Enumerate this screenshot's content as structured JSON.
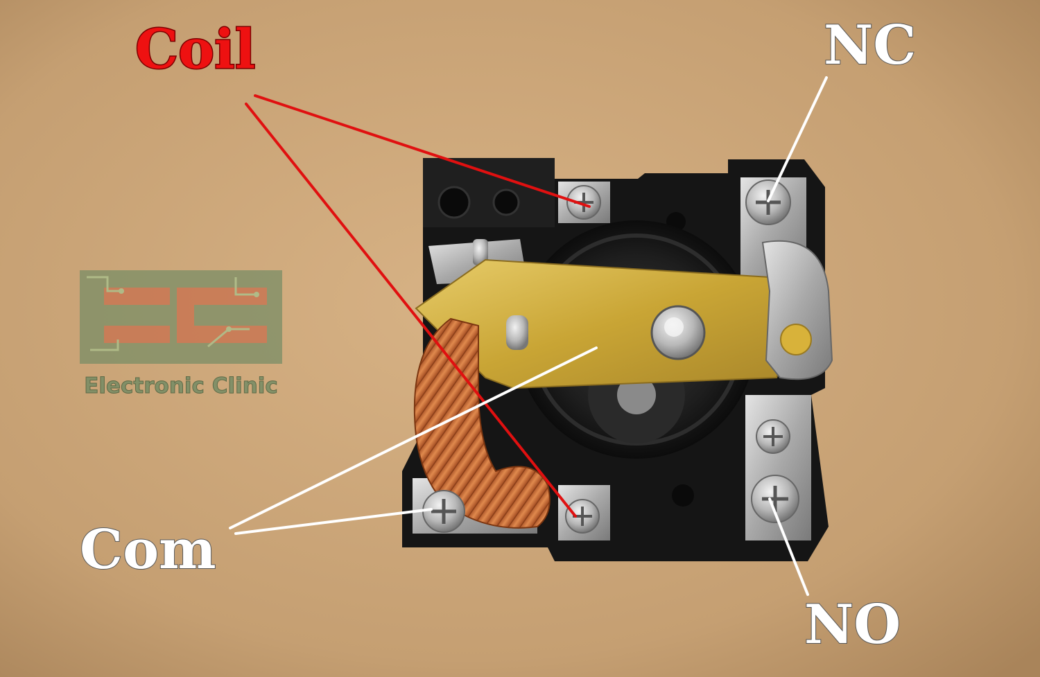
{
  "image_title": "",
  "labels": {
    "coil": "Coil",
    "nc": "NC",
    "no": "NO",
    "com": "Com"
  },
  "watermark": {
    "text": "Electronic Clinic",
    "logo_letters": "EC"
  },
  "colors": {
    "background": "#c9a376",
    "coil_label": "#ee1111",
    "coil_line": "#e01010",
    "white_label": "#ffffff",
    "relay_body": "#141414",
    "brass_arm": "#c9a535",
    "copper_braid": "#c86a35",
    "watermark_green": "#6e8a63",
    "watermark_red": "#c8724f"
  }
}
